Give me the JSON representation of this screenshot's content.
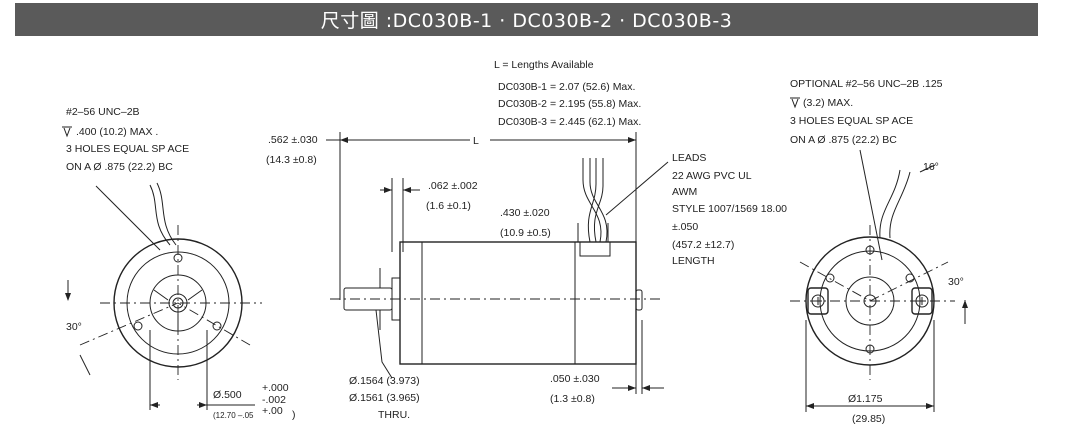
{
  "title": "尺寸圖 :DC030B-1 · DC030B-2 · DC030B-3",
  "left_view": {
    "hole_spec_1": "#2–56 UNC–2B",
    "hole_spec_2": ".400 (10.2) MAX .",
    "hole_spec_3": "3 HOLES EQUAL SP ACE",
    "hole_spec_4": "ON A Ø .875 (22.2) BC",
    "angle": "30°",
    "shaft_dia": "Ø.500",
    "shaft_tol_plus": "+.000",
    "shaft_tol_minus": "-.002",
    "shaft_mm": "(12.70 –.05",
    "shaft_mm_tol": "+.00",
    "shaft_mm_close": ")"
  },
  "side_view": {
    "lengths_title": "L = Lengths Available",
    "len_1": "DC030B-1 = 2.07 (52.6) Max.",
    "len_2": "DC030B-2 = 2.195 (55.8) Max.",
    "len_3": "DC030B-3 = 2.445 (62.1) Max.",
    "l_label": "L",
    "shaft_len": ".562 ±.030",
    "shaft_len_mm": "(14.3 ±0.8)",
    "pilot_len": ".062 ±.002",
    "pilot_len_mm": "(1.6 ±0.1)",
    "lead_off": ".430 ±.020",
    "lead_off_mm": "(10.9 ±0.5)",
    "leads_1": "LEADS",
    "leads_2": "22 AWG PVC UL",
    "leads_3": "AWM",
    "leads_4": "STYLE 1007/1569 18.00",
    "leads_5": "±.050",
    "leads_6": "(457.2 ±12.7)",
    "leads_7": "LENGTH",
    "shaft_d1": "Ø.1564 (3.973)",
    "shaft_d2": "Ø.1561 (3.965)",
    "thru": "THRU.",
    "rear": ".050 ±.030",
    "rear_mm": "(1.3 ±0.8)"
  },
  "right_view": {
    "opt_1": "OPTIONAL #2–56 UNC–2B .125",
    "opt_2": "(3.2) MAX.",
    "opt_3": "3 HOLES EQUAL SP ACE",
    "opt_4": "ON A Ø .875 (22.2) BC",
    "angle_top": "16°",
    "angle_side": "30°",
    "body_dia": "Ø1.175",
    "body_dia_mm": "(29.85)"
  }
}
